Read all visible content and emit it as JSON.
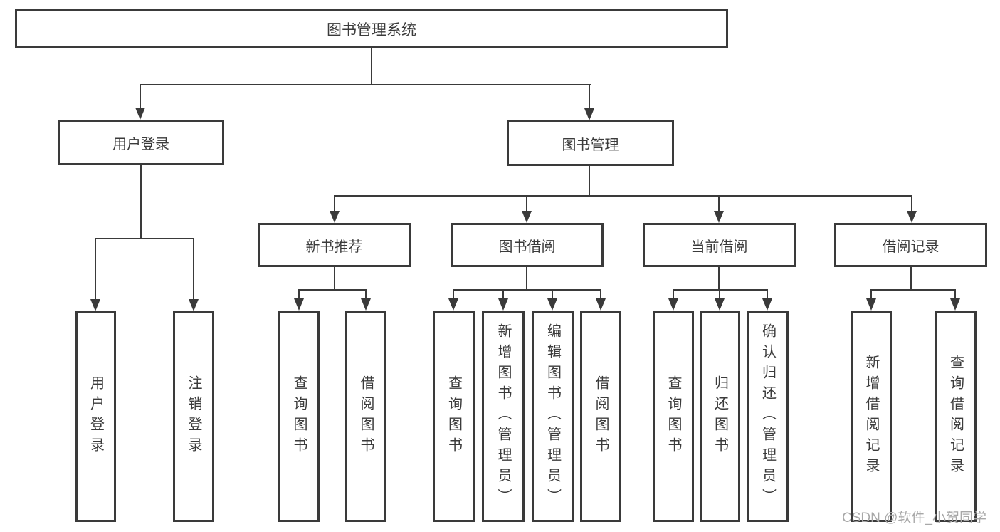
{
  "diagram_title": "图书管理系统",
  "tree": {
    "label": "图书管理系统",
    "children": [
      {
        "label": "用户登录",
        "children": [
          {
            "label": "用户登录"
          },
          {
            "label": "注销登录"
          }
        ]
      },
      {
        "label": "图书管理",
        "children": [
          {
            "label": "新书推荐",
            "children": [
              {
                "label": "查询图书"
              },
              {
                "label": "借阅图书"
              }
            ]
          },
          {
            "label": "图书借阅",
            "children": [
              {
                "label": "查询图书"
              },
              {
                "label": "新增图书（管理员）"
              },
              {
                "label": "编辑图书（管理员）"
              },
              {
                "label": "借阅图书"
              }
            ]
          },
          {
            "label": "当前借阅",
            "children": [
              {
                "label": "查询图书"
              },
              {
                "label": "归还图书"
              },
              {
                "label": "确认归还（管理员）"
              }
            ]
          },
          {
            "label": "借阅记录",
            "children": [
              {
                "label": "新增借阅记录"
              },
              {
                "label": "查询借阅记录"
              }
            ]
          }
        ]
      }
    ]
  },
  "watermark": {
    "text": "CSDN @软件_小贺同学"
  },
  "colors": {
    "line": "#3a3a3a",
    "text": "#3b3b3b",
    "background": "#ffffff",
    "watermark": "#a8a8a8"
  }
}
